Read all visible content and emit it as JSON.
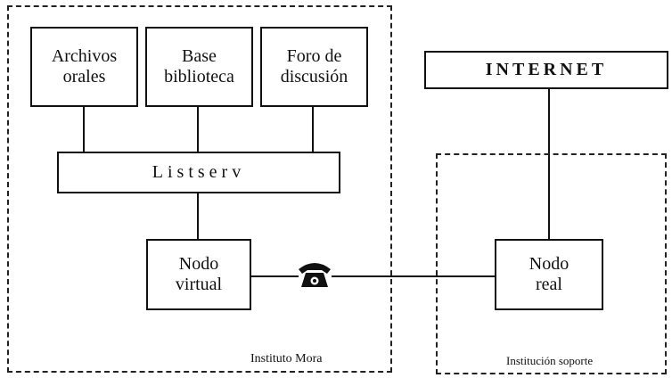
{
  "diagram": {
    "regions": {
      "instituto": "Instituto Mora",
      "institucion": "Institución soporte"
    },
    "nodes": {
      "archivos": "Archivos\norales",
      "base": "Base\nbiblioteca",
      "foro": "Foro de\ndiscusión",
      "listserv": "Listserv",
      "nodo_virtual": "Nodo\nvirtual",
      "internet": "INTERNET",
      "nodo_real": "Nodo\nreal"
    },
    "icons": {
      "telephone": "telephone-icon"
    }
  }
}
